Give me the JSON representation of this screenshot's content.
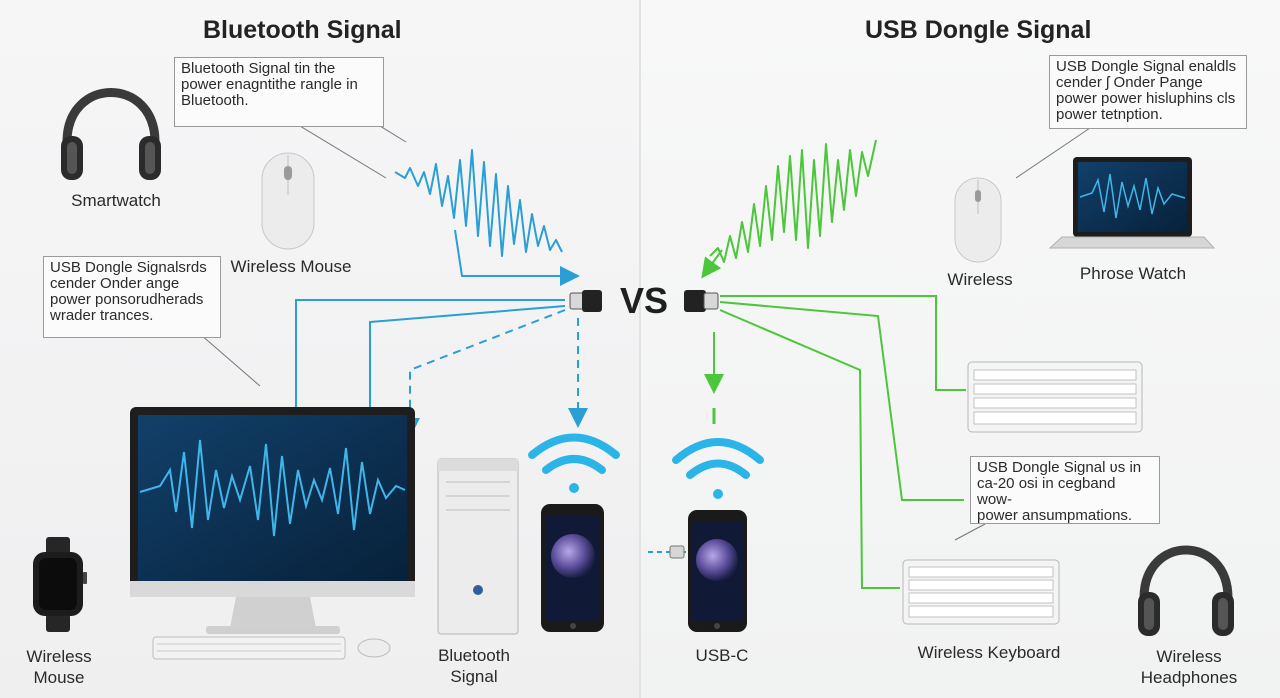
{
  "left": {
    "title": "Bluetooth Signal",
    "callout_top": "Bluetooth Signal tin the\npower enagntithe rangle in\nBluetooth.",
    "callout_mid": "USB Dongle Signalsrds\ncender Onder ange\npower ponsorudherads\nwrader trances.",
    "labels": {
      "headphones": "Smartwatch",
      "mouse": "Wireless Mouse",
      "watch": "Wireless\nMouse",
      "tower": "Bluetooth\nSignal"
    }
  },
  "center": {
    "vs": "VS"
  },
  "right": {
    "title": "USB Dongle Signal",
    "callout_top": "USB Dongle Signal enaldls\ncender ʃ Onder Pange\npower power hisluphins cls\npower tetnption.",
    "callout_mid": "USB Dongle Signal ʋs in\nca-20 osi in cegband wow-\npower ansumpmations.",
    "labels": {
      "mouse": "Wireless",
      "laptop": "Phrose Watch",
      "phone": "USB-C",
      "keyboard": "Wireless Keyboard",
      "headphones": "Wireless\nHeadphones"
    }
  },
  "colors": {
    "bluetooth": "#2a9fd6",
    "usb": "#4cc63a",
    "screen": "#0b2c48"
  }
}
